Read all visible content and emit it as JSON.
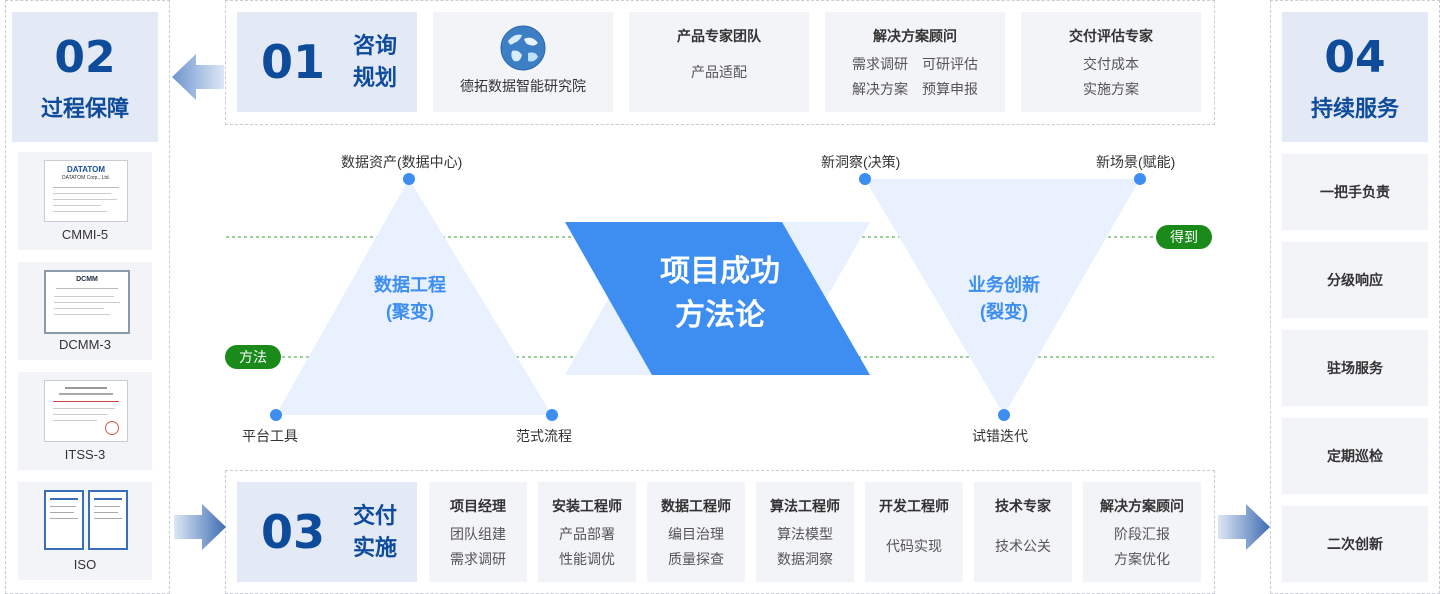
{
  "phase01": {
    "num": "01",
    "name_line1": "咨询",
    "name_line2": "规划"
  },
  "phase02": {
    "num": "02",
    "name": "过程保障"
  },
  "phase03": {
    "num": "03",
    "name_line1": "交付",
    "name_line2": "实施"
  },
  "phase04": {
    "num": "04",
    "name": "持续服务"
  },
  "consult_cards": [
    {
      "title": "德拓数据智能研究院",
      "logo": "globe-logo-icon"
    },
    {
      "title": "产品专家团队",
      "lines": [
        "产品适配"
      ]
    },
    {
      "title": "解决方案顾问",
      "lines": [
        "需求调研　可研评估",
        "解决方案　预算申报"
      ]
    },
    {
      "title": "交付评估专家",
      "lines": [
        "交付成本",
        "实施方案"
      ]
    }
  ],
  "certificates": [
    {
      "name": "CMMI-5",
      "doc_header": "DATATOM",
      "doc_sub": "DATATOM Corp., Ltd."
    },
    {
      "name": "DCMM-3",
      "doc_header": "DCMM",
      "doc_sub": ""
    },
    {
      "name": "ITSS-3",
      "doc_header": "",
      "doc_sub": ""
    },
    {
      "name": "ISO",
      "doc_header": "",
      "doc_sub": ""
    }
  ],
  "delivery_cards": [
    {
      "title": "项目经理",
      "lines": [
        "团队组建",
        "需求调研"
      ]
    },
    {
      "title": "安装工程师",
      "lines": [
        "产品部署",
        "性能调优"
      ]
    },
    {
      "title": "数据工程师",
      "lines": [
        "编目治理",
        "质量探查"
      ]
    },
    {
      "title": "算法工程师",
      "lines": [
        "算法模型",
        "数据洞察"
      ]
    },
    {
      "title": "开发工程师",
      "lines": [
        "代码实现"
      ]
    },
    {
      "title": "技术专家",
      "lines": [
        "技术公关"
      ]
    },
    {
      "title": "解决方案顾问",
      "lines": [
        "阶段汇报",
        "方案优化"
      ]
    }
  ],
  "services": [
    "一把手负责",
    "分级响应",
    "驻场服务",
    "定期巡检",
    "二次创新"
  ],
  "methodology": {
    "center_line1": "项目成功",
    "center_line2": "方法论",
    "left_triangle_line1": "数据工程",
    "left_triangle_line2": "(聚变)",
    "right_triangle_line1": "业务创新",
    "right_triangle_line2": "(裂变)",
    "points": {
      "data_asset": "数据资产(数据中心)",
      "platform_tools": "平台工具",
      "paradigm_process": "范式流程",
      "new_insight": "新洞察(决策)",
      "new_scenario": "新场景(赋能)",
      "trial_iteration": "试错迭代"
    },
    "pill_gain": "得到",
    "pill_method": "方法"
  },
  "colors": {
    "primary": "#0e4b9a",
    "accent": "#3d8ef0",
    "green": "#1a8a1a",
    "panel": "#e3e9f5",
    "card": "#f3f4f7"
  }
}
